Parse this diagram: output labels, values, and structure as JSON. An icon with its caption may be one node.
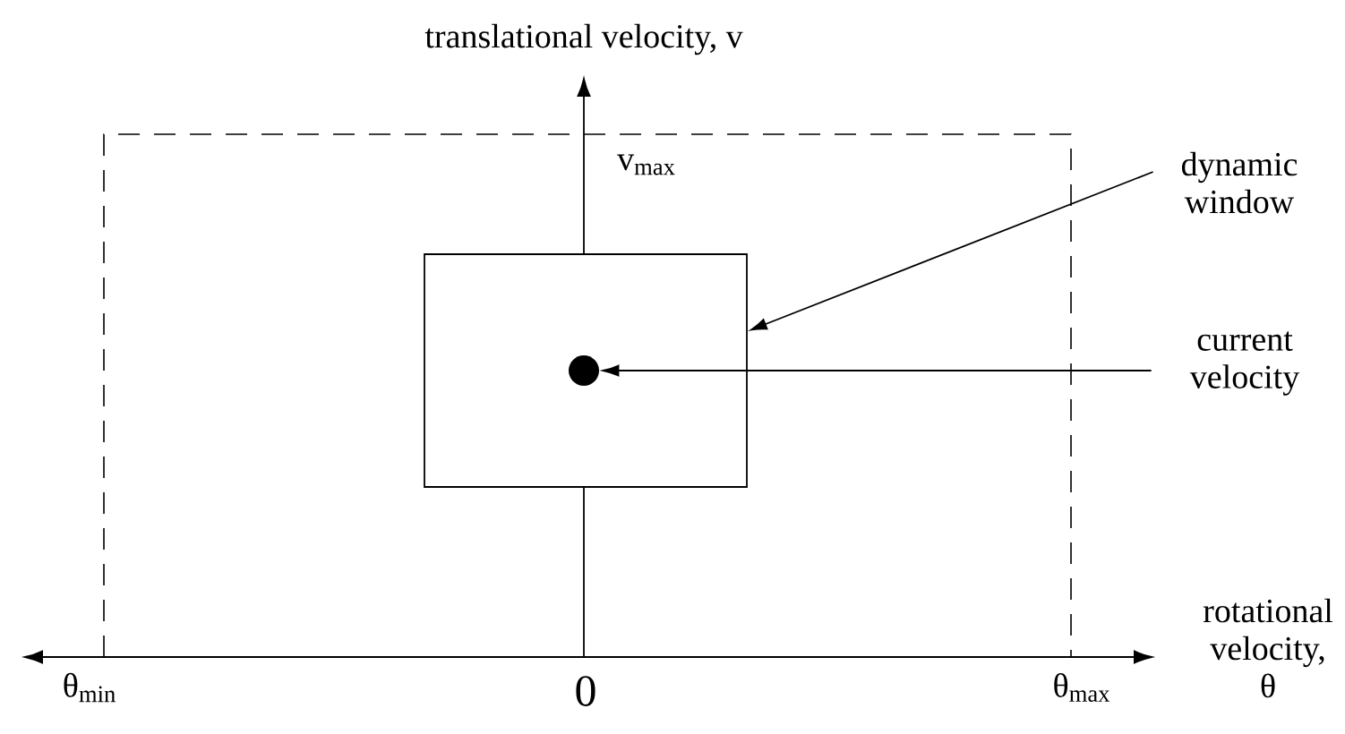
{
  "diagram": {
    "nodes": [
      {
        "text": [
          "dynamic window"
        ]
      },
      {
        "text": [],
        "shape": "box"
      },
      {
        "text": [
          "current velocity"
        ]
      },
      {
        "text": [],
        "shape": "circle",
        "in": 1
      }
    ],
    "edges": [
      {
        "from": 0,
        "to": 1,
        "arrow": "to"
      },
      {
        "from": 2,
        "to": 3,
        "arrow": "to"
      }
    ],
    "labels": [
      "translational velocity, v",
      "v$_{max}$",
      "rotational velocity, θ",
      "θ$_{min}$",
      "0",
      "θ$_{max}$"
    ]
  }
}
